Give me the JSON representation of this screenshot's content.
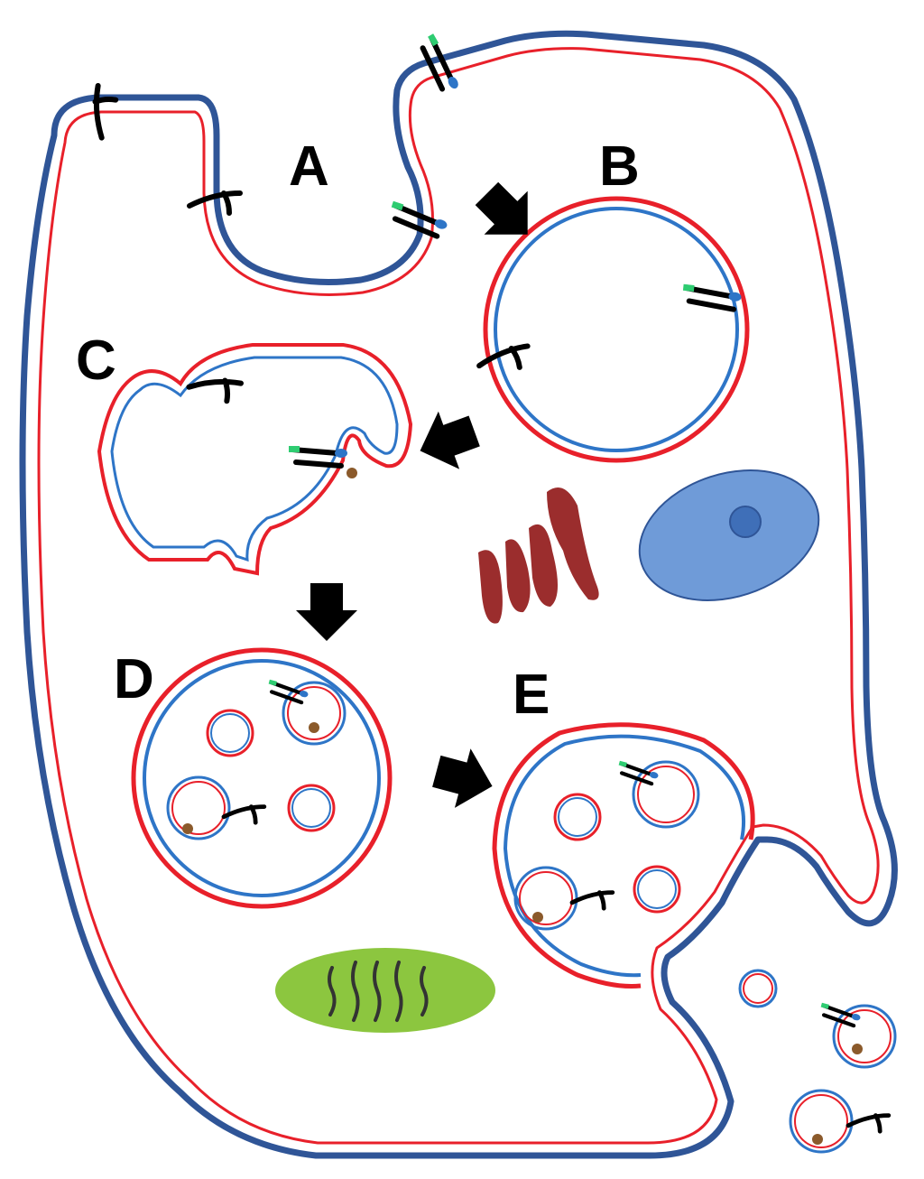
{
  "labels": {
    "a": "A",
    "b": "B",
    "c": "C",
    "d": "D",
    "e": "E"
  },
  "colors": {
    "outer_membrane": "#2f5597",
    "inner_membrane": "#e8202a",
    "receptor": "#000000",
    "ligand_tag": "#2ecc71",
    "cargo_blue": "#2e75c7",
    "cargo_brown": "#8b5a2b",
    "golgi": "#9b2d2d",
    "nucleus": "#6f9bd8",
    "nucleolus": "#3f6fb8",
    "mitochondrion": "#8cc63f",
    "arrow": "#000000"
  },
  "icons": [
    "fork-receptor-icon",
    "tagged-receptor-icon",
    "arrow-icon"
  ]
}
